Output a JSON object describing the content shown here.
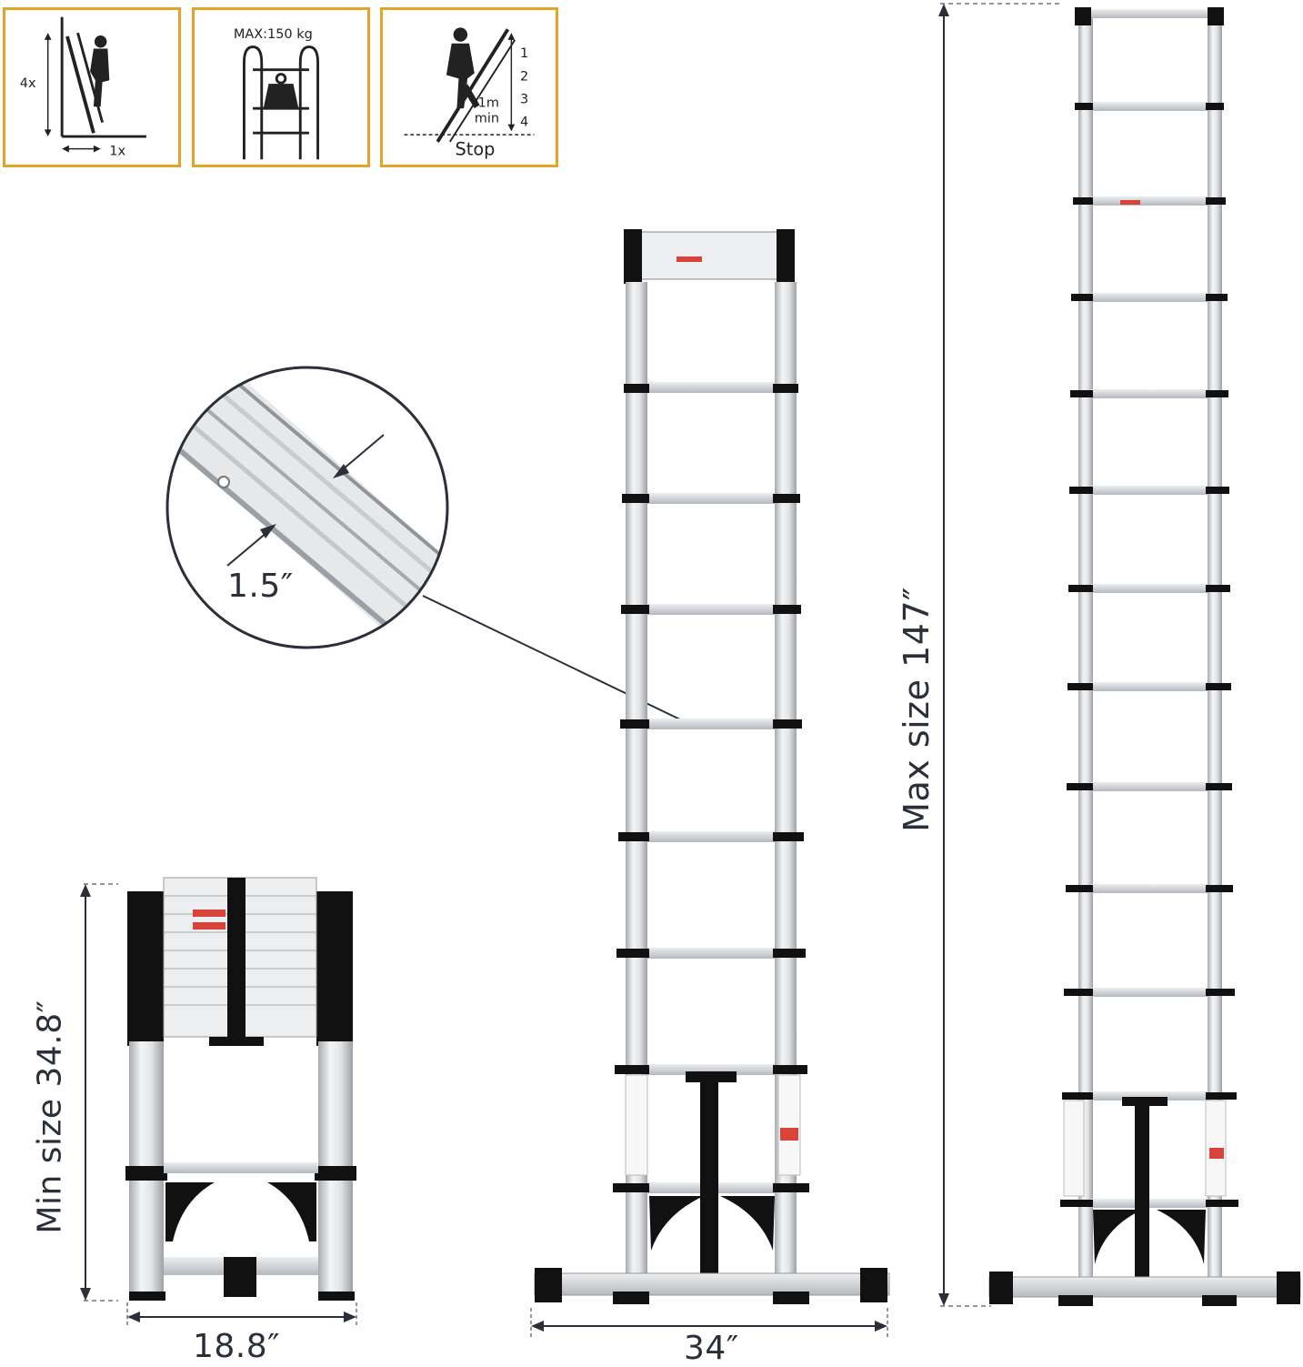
{
  "icons": {
    "ratio": {
      "vertical": "4x",
      "horizontal": "1x"
    },
    "capacity": {
      "label": "MAX:150 kg"
    },
    "safety": {
      "steps": [
        "1",
        "2",
        "3",
        "4"
      ],
      "min_label_1": "1m",
      "min_label_2": "min",
      "stop_label": "Stop"
    }
  },
  "dimensions": {
    "tube": "1.5″",
    "min_size": "Min size 34.8″",
    "closed_width": "18.8″",
    "base_width": "34″",
    "max_size": "Max size 147″"
  },
  "colors": {
    "icon_border": "#e3a32a",
    "text": "#2b2f3a",
    "aluminum": "#d9dcdf",
    "black_parts": "#111111",
    "warning_red": "#d9443a"
  }
}
